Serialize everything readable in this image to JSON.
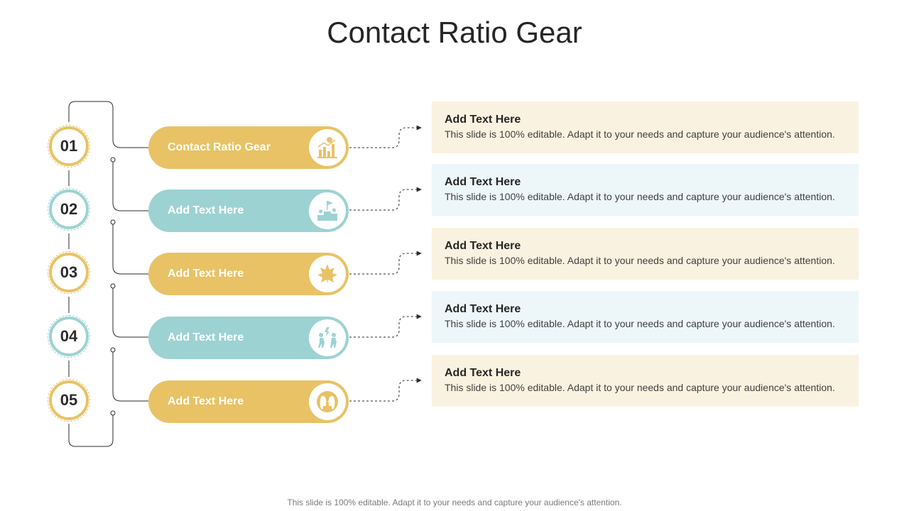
{
  "title": "Contact Ratio Gear",
  "footer": "This slide is 100% editable. Adapt it to your needs and capture your audience's attention.",
  "colors": {
    "gold": "#e8c265",
    "teal": "#9dd2d2",
    "box_gold": "#faf2e0",
    "box_teal": "#edf6f8",
    "line": "#2b2b2b"
  },
  "steps": [
    {
      "number": "01",
      "label": "Contact Ratio Gear",
      "icon": "bar-chart-icon",
      "heading": "Add Text Here",
      "body": "This slide is 100% editable. Adapt it to your needs and capture your audience's attention."
    },
    {
      "number": "02",
      "label": "Add Text Here",
      "icon": "podium-flag-icon",
      "heading": "Add Text Here",
      "body": "This slide is 100% editable. Adapt it to your needs and capture your audience's attention."
    },
    {
      "number": "03",
      "label": "Add Text Here",
      "icon": "maple-leaf-icon",
      "heading": "Add Text Here",
      "body": "This slide is 100% editable. Adapt it to your needs and capture your audience's attention."
    },
    {
      "number": "04",
      "label": "Add Text Here",
      "icon": "people-conflict-icon",
      "heading": "Add Text Here",
      "body": "This slide is 100% editable. Adapt it to your needs and capture your audience's attention."
    },
    {
      "number": "05",
      "label": "Add Text Here",
      "icon": "two-heads-icon",
      "heading": "Add Text Here",
      "body": "This slide is 100% editable. Adapt it to your needs and capture your audience's attention."
    }
  ]
}
